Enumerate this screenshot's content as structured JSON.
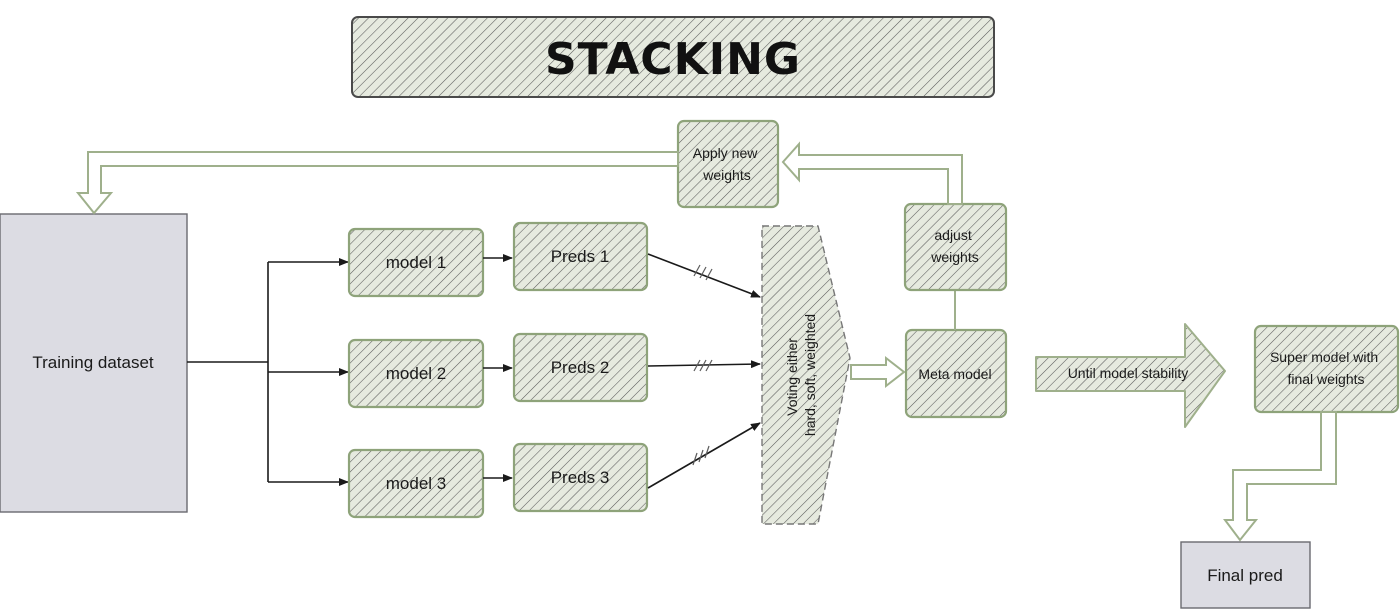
{
  "title": "STACKING",
  "nodes": {
    "training": "Training dataset",
    "model1": "model 1",
    "model2": "model 2",
    "model3": "model 3",
    "preds1": "Preds 1",
    "preds2": "Preds 2",
    "preds3": "Preds 3",
    "voting": [
      "Voting either",
      "hard, soft, weighted"
    ],
    "meta": "Meta model",
    "adjust": [
      "adjust",
      "weights"
    ],
    "apply": [
      "Apply new",
      "weights"
    ],
    "until": "Until model stability",
    "super": [
      "Super model with",
      "final weights"
    ],
    "final": "Final pred"
  }
}
